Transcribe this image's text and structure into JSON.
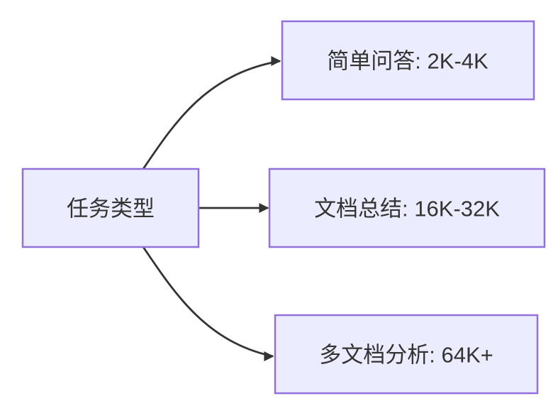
{
  "diagram": {
    "type": "flowchart-left-to-right",
    "root_node": {
      "label": "任务类型"
    },
    "branch_nodes": [
      {
        "label": "简单问答: 2K-4K"
      },
      {
        "label": "文档总结: 16K-32K"
      },
      {
        "label": "多文档分析: 64K+"
      }
    ],
    "edges": [
      {
        "from": "任务类型",
        "to": "简单问答: 2K-4K",
        "shape": "curved-up"
      },
      {
        "from": "任务类型",
        "to": "文档总结: 16K-32K",
        "shape": "straight"
      },
      {
        "from": "任务类型",
        "to": "多文档分析: 64K+",
        "shape": "curved-down"
      }
    ],
    "colors": {
      "node_fill": "#ECECFF",
      "node_border": "#9370DB",
      "edge_stroke": "#333333",
      "label_text": "#333333",
      "canvas_background": "#FFFFFF"
    }
  }
}
